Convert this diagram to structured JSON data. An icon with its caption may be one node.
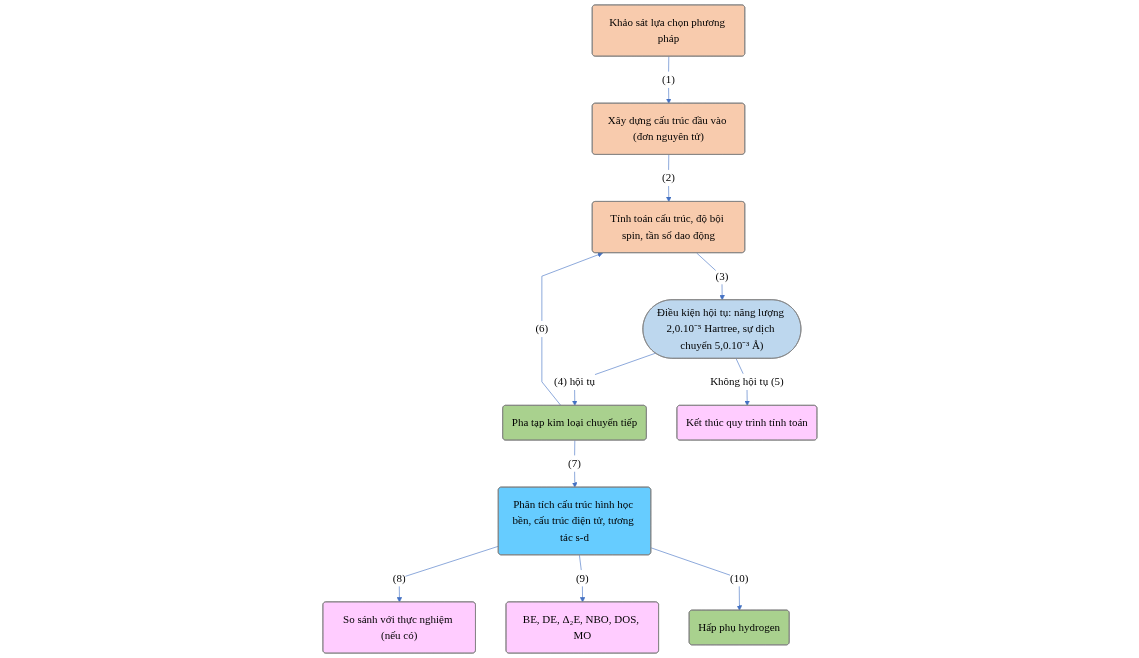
{
  "diagram": {
    "nodes": [
      {
        "text": [
          "Khảo sát lựa chọn phương pháp"
        ]
      },
      {
        "text": [
          "Xây dựng cấu trúc đầu vào (đơn nguyên tử)"
        ]
      },
      {
        "text": [
          "Tính toán cấu trúc, độ bội spin, tần số dao động"
        ]
      },
      {
        "text": [
          "Điều kiện hội tụ: năng lượng 2,0.10⁻⁵ Hartree, sự dịch chuyển 5,0.10⁻³ Å)"
        ]
      },
      {
        "text": [
          "Pha tạp kim loại chuyển tiếp"
        ]
      },
      {
        "text": [
          "Kết thúc quy trình tính toán"
        ]
      },
      {
        "text": [
          "Phân tích cấu trúc hình học bền, cấu trúc điện tử, tương tác s-d"
        ]
      },
      {
        "text": [
          "So sánh với thực nghiệm (nếu có)"
        ]
      },
      {
        "text": [
          "BE, DE, Δ₂E, NBO, DOS, MO"
        ]
      },
      {
        "text": [
          "Hấp phụ hydrogen"
        ]
      }
    ],
    "edges": [
      {
        "from": 0,
        "to": 1,
        "arrow": "to",
        "label": "(1)"
      },
      {
        "from": 1,
        "to": 2,
        "arrow": "to",
        "label": "(2)"
      },
      {
        "from": 2,
        "to": 3,
        "arrow": "to",
        "label": "(3)"
      },
      {
        "from": 3,
        "to": 4,
        "arrow": "to",
        "label": "(4) hội tụ"
      },
      {
        "from": 3,
        "to": 5,
        "arrow": "to",
        "label": "Không hội tụ (5)"
      },
      {
        "from": 4,
        "to": 2,
        "arrow": "to",
        "label": "(6)"
      },
      {
        "from": 4,
        "to": 6,
        "arrow": "to",
        "label": "(7)"
      },
      {
        "from": 6,
        "to": 7,
        "arrow": "to",
        "label": "(8)"
      },
      {
        "from": 6,
        "to": 8,
        "arrow": "to",
        "label": "(9)"
      },
      {
        "from": 6,
        "to": 9,
        "arrow": "to",
        "label": "(10)"
      }
    ]
  }
}
